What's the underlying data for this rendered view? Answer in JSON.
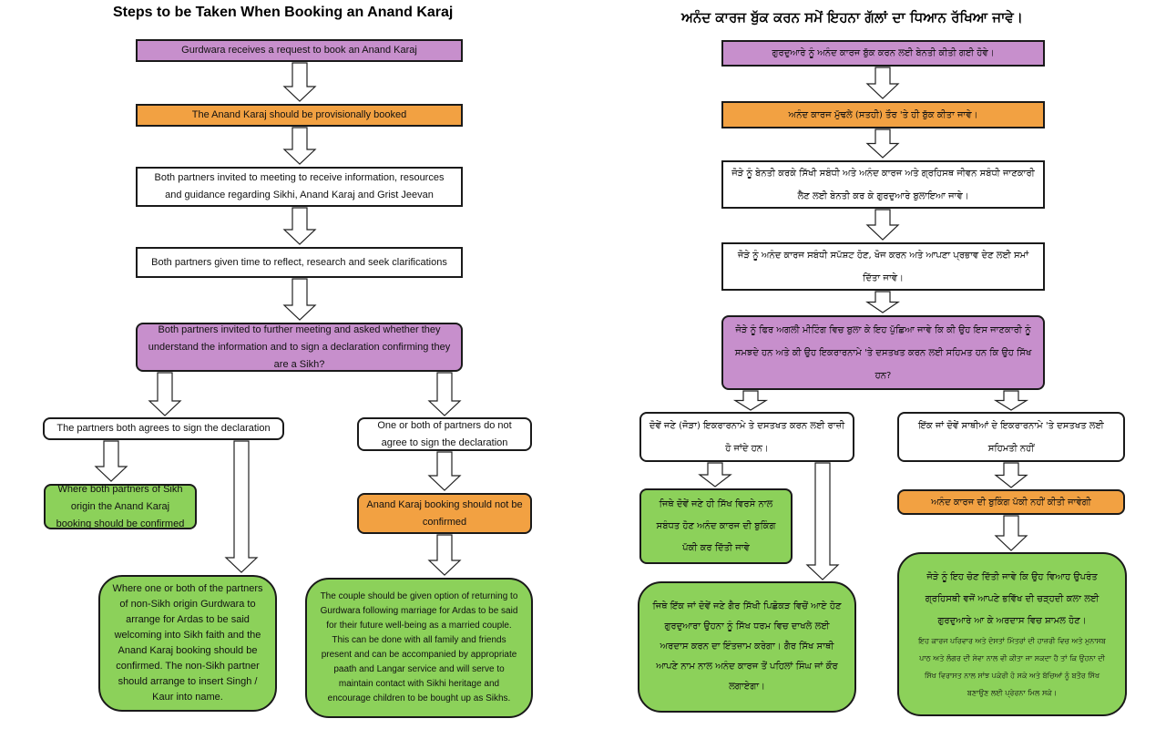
{
  "english": {
    "title": "Steps to be Taken When Booking an Anand Karaj",
    "step1": "Gurdwara receives a request to book an Anand Karaj",
    "step2": "The Anand Karaj should be provisionally booked",
    "step3": "Both partners invited to meeting to receive information, resources and guidance regarding Sikhi, Anand Karaj and Grist Jeevan",
    "step4": "Both partners given time to reflect, research and seek clarifications",
    "step5": "Both partners invited to further meeting and asked whether they understand the information and to sign a declaration confirming they are a Sikh?",
    "agree": "The partners both agrees to sign the declaration",
    "disagree": "One or both of partners do not agree to sign the declaration",
    "sikh_origin": "Where both partners of Sikh origin the Anand Karaj booking should be confirmed",
    "non_sikh": "Where one or both of the partners of non-Sikh origin Gurdwara to arrange for Ardas to be said welcoming into Sikh faith and the Anand Karaj booking should be confirmed. The non-Sikh partner should arrange to insert Singh / Kaur into name.",
    "not_confirmed": "Anand Karaj booking should not be confirmed",
    "couple_option": "The couple should be given option of returning to Gurdwara following marriage for Ardas to be said for their future well-being as a married couple. This can be done with all family and friends present and can be accompanied by appropriate paath and Langar service and will serve to maintain contact with Sikhi heritage and encourage children to be bought up as Sikhs."
  },
  "punjabi": {
    "title": "ਅਨੰਦ ਕਾਰਜ ਬੁੱਕ ਕਰਨ ਸਮੇਂ ਇਹਨਾ ਗੱਲਾਂ ਦਾ ਧਿਆਨ ਰੱਖਿਆ ਜਾਵੇ।",
    "step1": "ਗੁਰਦੁਆਰੇ ਨੂੰ ਅਨੰਦ ਕਾਰਜ ਬੁੱਕ ਕਰਨ ਲਈ ਬੇਨਤੀ ਕੀਤੀ ਗਈ ਹੋਵੇ।",
    "step2": "ਅਨੰਦ ਕਾਰਜ ਮੁੱਢਲੇ (ਸਤਹੀ) ਤੌਰ 'ਤੇ ਹੀ ਬੁੱਕ ਕੀਤਾ ਜਾਵੇ।",
    "step3": "ਜੋੜੇ ਨੂੰ ਬੇਨਤੀ ਕਰਕੇ ਸਿੱਖੀ ਸਬੰਧੀ ਅਤੇ ਅਨੰਦ ਕਾਰਜ ਅਤੇ ਗ੍ਰਹਿਸਥ ਜੀਵਨ ਸਬੰਧੀ ਜਾਣਕਾਰੀ ਲੈਣ ਲਈ ਬੇਨਤੀ ਕਰ ਕੇ ਗੁਰਦੁਆਰੇ ਬੁਲਾਇਆ ਜਾਵੇ।",
    "step4": "ਜੋੜੇ ਨੂੰ ਅਨੰਦ ਕਾਰਜ ਸਬੰਧੀ ਸਪੱਸ਼ਟ ਹੋਣ, ਖੋਜ ਕਰਨ ਅਤੇ ਆਪਣਾ ਪ੍ਰਭਾਵ ਦੇਣ ਲਈ ਸਮਾਂ ਦਿੱਤਾ ਜਾਵੇ।",
    "step5": "ਜੋੜੇ ਨੂੰ ਫਿਰ ਅਗਲੀ ਮੀਟਿੰਗ ਵਿਚ ਬੁਲਾ ਕੇ ਇਹ ਪੁੱਛਿਆ ਜਾਵੇ ਕਿ ਕੀ ਉਹ ਇਸ ਜਾਣਕਾਰੀ ਨੂੰ ਸਮਝਦੇ ਹਨ ਅਤੇ ਕੀ ਉਹ ਇਕਰਾਰਨਾਮੇ 'ਤੇ ਦਸਤਖਤ ਕਰਨ ਲਈ ਸਹਿਮਤ ਹਨ ਕਿ ਉਹ ਸਿੱਖ ਹਨ?",
    "agree": "ਦੋਵੇਂ ਜਣੇ (ਜੋੜਾ) ਇਕਰਾਰਨਾਮੇ ਤੇ ਦਸਤਖਤ ਕਰਨ ਲਈ ਰਾਜ਼ੀ ਹੋ ਜਾਂਦੇ ਹਨ।",
    "disagree": "ਇੱਕ ਜਾਂ ਦੋਵੇਂ ਸਾਥੀਆਂ ਦੇ ਇਕਰਾਰਨਾਮੇ 'ਤੇ ਦਸਤਖਤ ਲਈ ਸਹਿਮਤੀ ਨਹੀਂ",
    "sikh_origin": "ਜਿਥੇ ਦੋਵੇਂ ਜਣੇ ਹੀ ਸਿੱਖ ਵਿਰਸੇ ਨਾਲ ਸਬੰਧਤ ਹੋਣ ਅਨੰਦ ਕਾਰਜ ਦੀ ਬੁਕਿੰਗ ਪੱਕੀ ਕਰ ਦਿੱਤੀ ਜਾਵੇ",
    "non_sikh": "ਜਿਥੇ ਇੱਕ ਜਾਂ ਦੋਵੇਂ ਜਣੇ ਗੈਰ ਸਿੱਖੀ ਪਿਛੋਕੜ ਵਿਚੋਂ ਆਏ ਹੋਣ ਗੁਰਦੁਆਰਾ ਉਹਨਾ ਨੂੰ ਸਿੱਖ ਧਰਮ ਵਿਚ ਦਾਖਲੇ ਲਈ ਅਰਦਾਸ ਕਰਨ ਦਾ ਇੰਤਜ਼ਾਮ ਕਰੇਗਾ। ਗੈਰ ਸਿੱਖ ਸਾਥੀ ਆਪਣੇ ਨਾਮ ਨਾਲ ਅਨੰਦ ਕਾਰਜ ਤੋਂ ਪਹਿਲਾਂ ਸਿੰਘ ਜਾਂ ਕੌਰ ਲਗਾਏਗਾ।",
    "not_confirmed": "ਅਨੰਦ ਕਾਰਜ ਦੀ ਬੁਕਿੰਗ ਪੱਕੀ ਨਹੀਂ ਕੀਤੀ ਜਾਵੇਗੀ",
    "couple_option_a": "ਜੋੜੇ ਨੂੰ ਇਹ ਚੋਣ ਦਿੱਤੀ ਜਾਵੇ ਕਿ ਉਹ ਵਿਆਹ ਉਪਰੰਤ ਗ੍ਰਹਿਸਥੀ ਵਜੋਂ ਆਪਣੇ ਭਵਿੱਖ ਦੀ ਚੜ੍ਹਦੀ ਕਲਾ ਲਈ ਗੁਰਦੁਆਰੇ ਆ ਕੇ ਅਰਦਾਸ ਵਿਚ ਸ਼ਾਮਲ ਹੋਣ।",
    "couple_option_b": "ਇਹ ਕਾਰਜ ਪਰਿਵਾਰ ਅਤੇ ਦੋਸਤਾਂ ਮਿੱਤਰਾਂ ਦੀ ਹਾਜ਼ਰੀ ਵਿਚ ਅਤੇ ਮੁਨਾਸਬ ਪਾਠ ਅਤੇ ਲੰਗਰ ਦੀ ਸੇਵਾ ਨਾਲ ਵੀ ਕੀਤਾ ਜਾ ਸਕਦਾ ਹੈ ਤਾਂ ਕਿ ਉਹਨਾ ਦੀ ਸਿੱਖ ਵਿਰਾਸਤ ਨਾਲ ਸਾਂਝ ਪਕੇਰੀ ਹੋ ਸਕੇ ਅਤੇ ਬੱਚਿਆਂ ਨੂੰ ਬਤੌਰ ਸਿੱਖ ਬਣਾਉਣ ਲਈ ਪ੍ਰੇਰਨਾ ਮਿਲ ਸਕੇ।"
  },
  "colors": {
    "purple": "#c78fcc",
    "orange": "#f2a142",
    "green": "#8cd15a",
    "white": "#ffffff",
    "border": "#1a1a1a"
  }
}
